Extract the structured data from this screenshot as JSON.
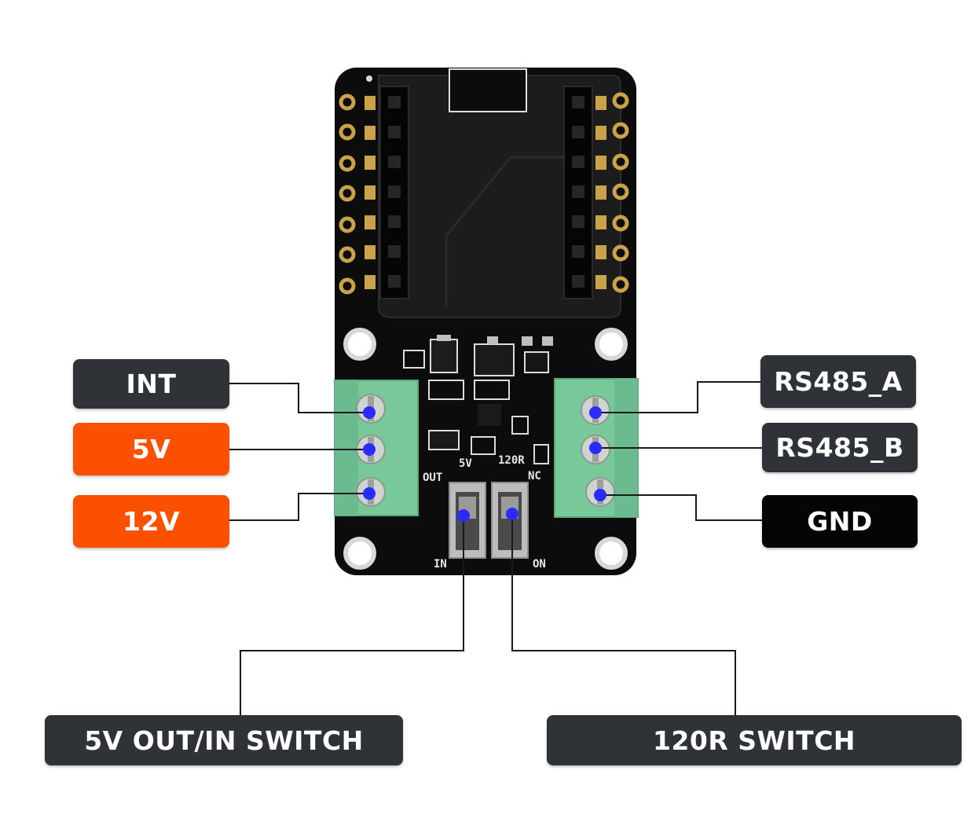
{
  "labels": {
    "int": "INT",
    "v5": "5V",
    "v12": "12V",
    "rs485_a": "RS485_A",
    "rs485_b": "RS485_B",
    "gnd": "GND",
    "switch_5v": "5V OUT/IN SWITCH",
    "switch_120r": "120R SWITCH"
  },
  "board_silkscreen": {
    "five_v": "5V",
    "r120": "120R",
    "out": "OUT",
    "nc": "NC",
    "in": "IN",
    "on": "ON"
  },
  "colors": {
    "label_dark": "#2f3338",
    "label_black": "#050505",
    "label_orange": "#fb5000",
    "marker": "#2b2bff",
    "terminal": "#6fcf97",
    "pcb": "#111111"
  }
}
